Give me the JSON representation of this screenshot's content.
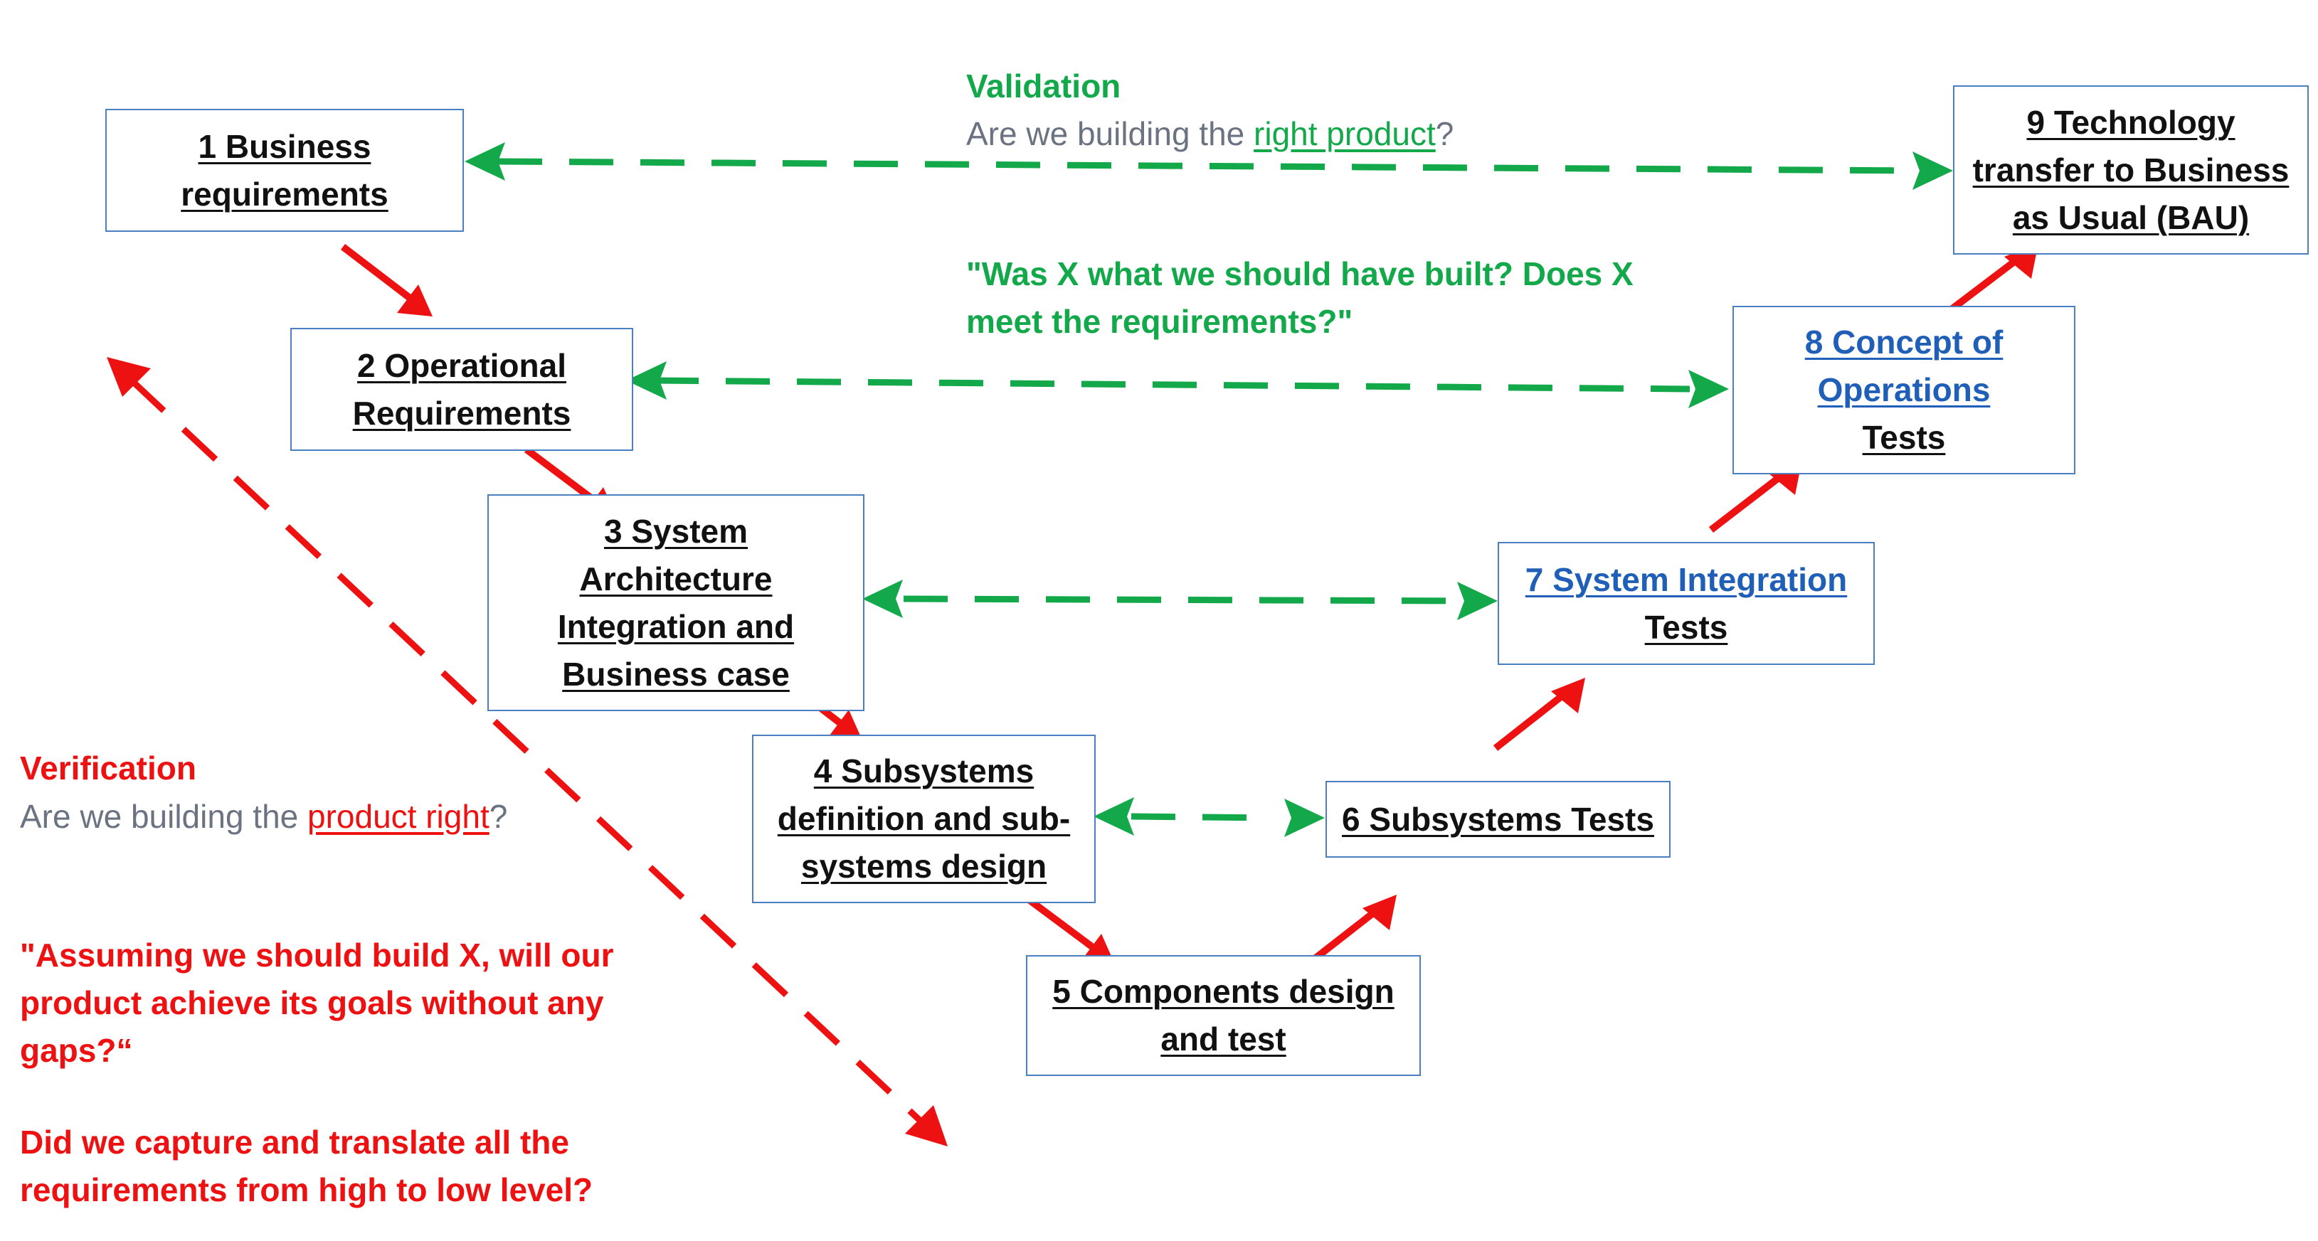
{
  "boxes": [
    {
      "id": 1,
      "lines": [
        "1 Business",
        "requirements"
      ],
      "blue_lines": 0
    },
    {
      "id": 2,
      "lines": [
        "2 Operational",
        "Requirements"
      ],
      "blue_lines": 0
    },
    {
      "id": 3,
      "lines": [
        "3 System",
        "Architecture",
        "Integration and",
        "Business case"
      ],
      "blue_lines": 0
    },
    {
      "id": 4,
      "lines": [
        "4 Subsystems",
        "definition and sub-",
        "systems design"
      ],
      "blue_lines": 0
    },
    {
      "id": 5,
      "lines": [
        "5 Components design",
        "and test"
      ],
      "blue_lines": 0
    },
    {
      "id": 6,
      "lines": [
        "6 Subsystems Tests"
      ],
      "blue_lines": 0
    },
    {
      "id": 7,
      "lines": [
        "7 System Integration",
        "Tests"
      ],
      "blue_lines": 1
    },
    {
      "id": 8,
      "lines": [
        "8 Concept of",
        "Operations",
        "Tests"
      ],
      "blue_lines": 2
    },
    {
      "id": 9,
      "lines": [
        "9 Technology",
        "transfer to Business",
        "as Usual (BAU)"
      ],
      "blue_lines": 0
    }
  ],
  "validation": {
    "title": "Validation",
    "question_prefix": "Are we building the ",
    "question_link": "right product",
    "question_suffix": "?",
    "quote_line1": "\"Was X what we should have built? Does X",
    "quote_line2": "meet the requirements?\""
  },
  "verification": {
    "title": "Verification",
    "question_prefix": "Are we building the ",
    "question_link": "product right",
    "question_suffix": "?",
    "quote1_line1": "\"Assuming we should build X, will our",
    "quote1_line2": "product achieve its goals without any",
    "quote1_line3": "gaps?“",
    "quote2_line1": "Did we capture and translate all the",
    "quote2_line2": "requirements from high to low level?"
  },
  "colors": {
    "green": "#13a84a",
    "red": "#ee1111",
    "box_border": "#4a7fc1",
    "link_blue": "#1f5fb8",
    "grey": "#6b7383"
  }
}
